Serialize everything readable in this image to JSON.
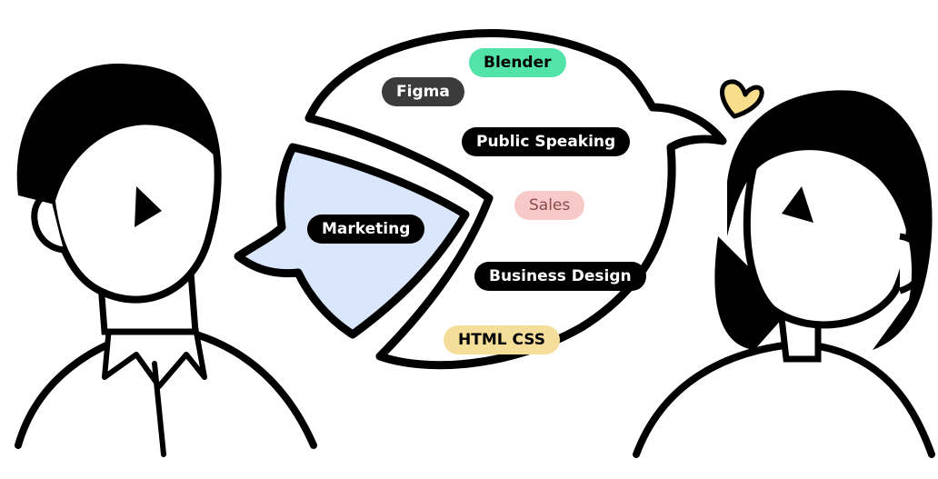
{
  "skills": {
    "blender": "Blender",
    "figma": "Figma",
    "public_speaking": "Public Speaking",
    "sales": "Sales",
    "business_design": "Business Design",
    "html_css": "HTML CSS"
  },
  "reply": {
    "marketing": "Marketing"
  },
  "colors": {
    "blender_tag": "#52e3a8",
    "figma_tag": "#3b3b3b",
    "sales_tag": "#f8c9c9",
    "html_css_tag": "#f5dd9a",
    "small_bubble": "#d9e6fb",
    "heart": "#f7de8d",
    "outline": "#000000"
  }
}
